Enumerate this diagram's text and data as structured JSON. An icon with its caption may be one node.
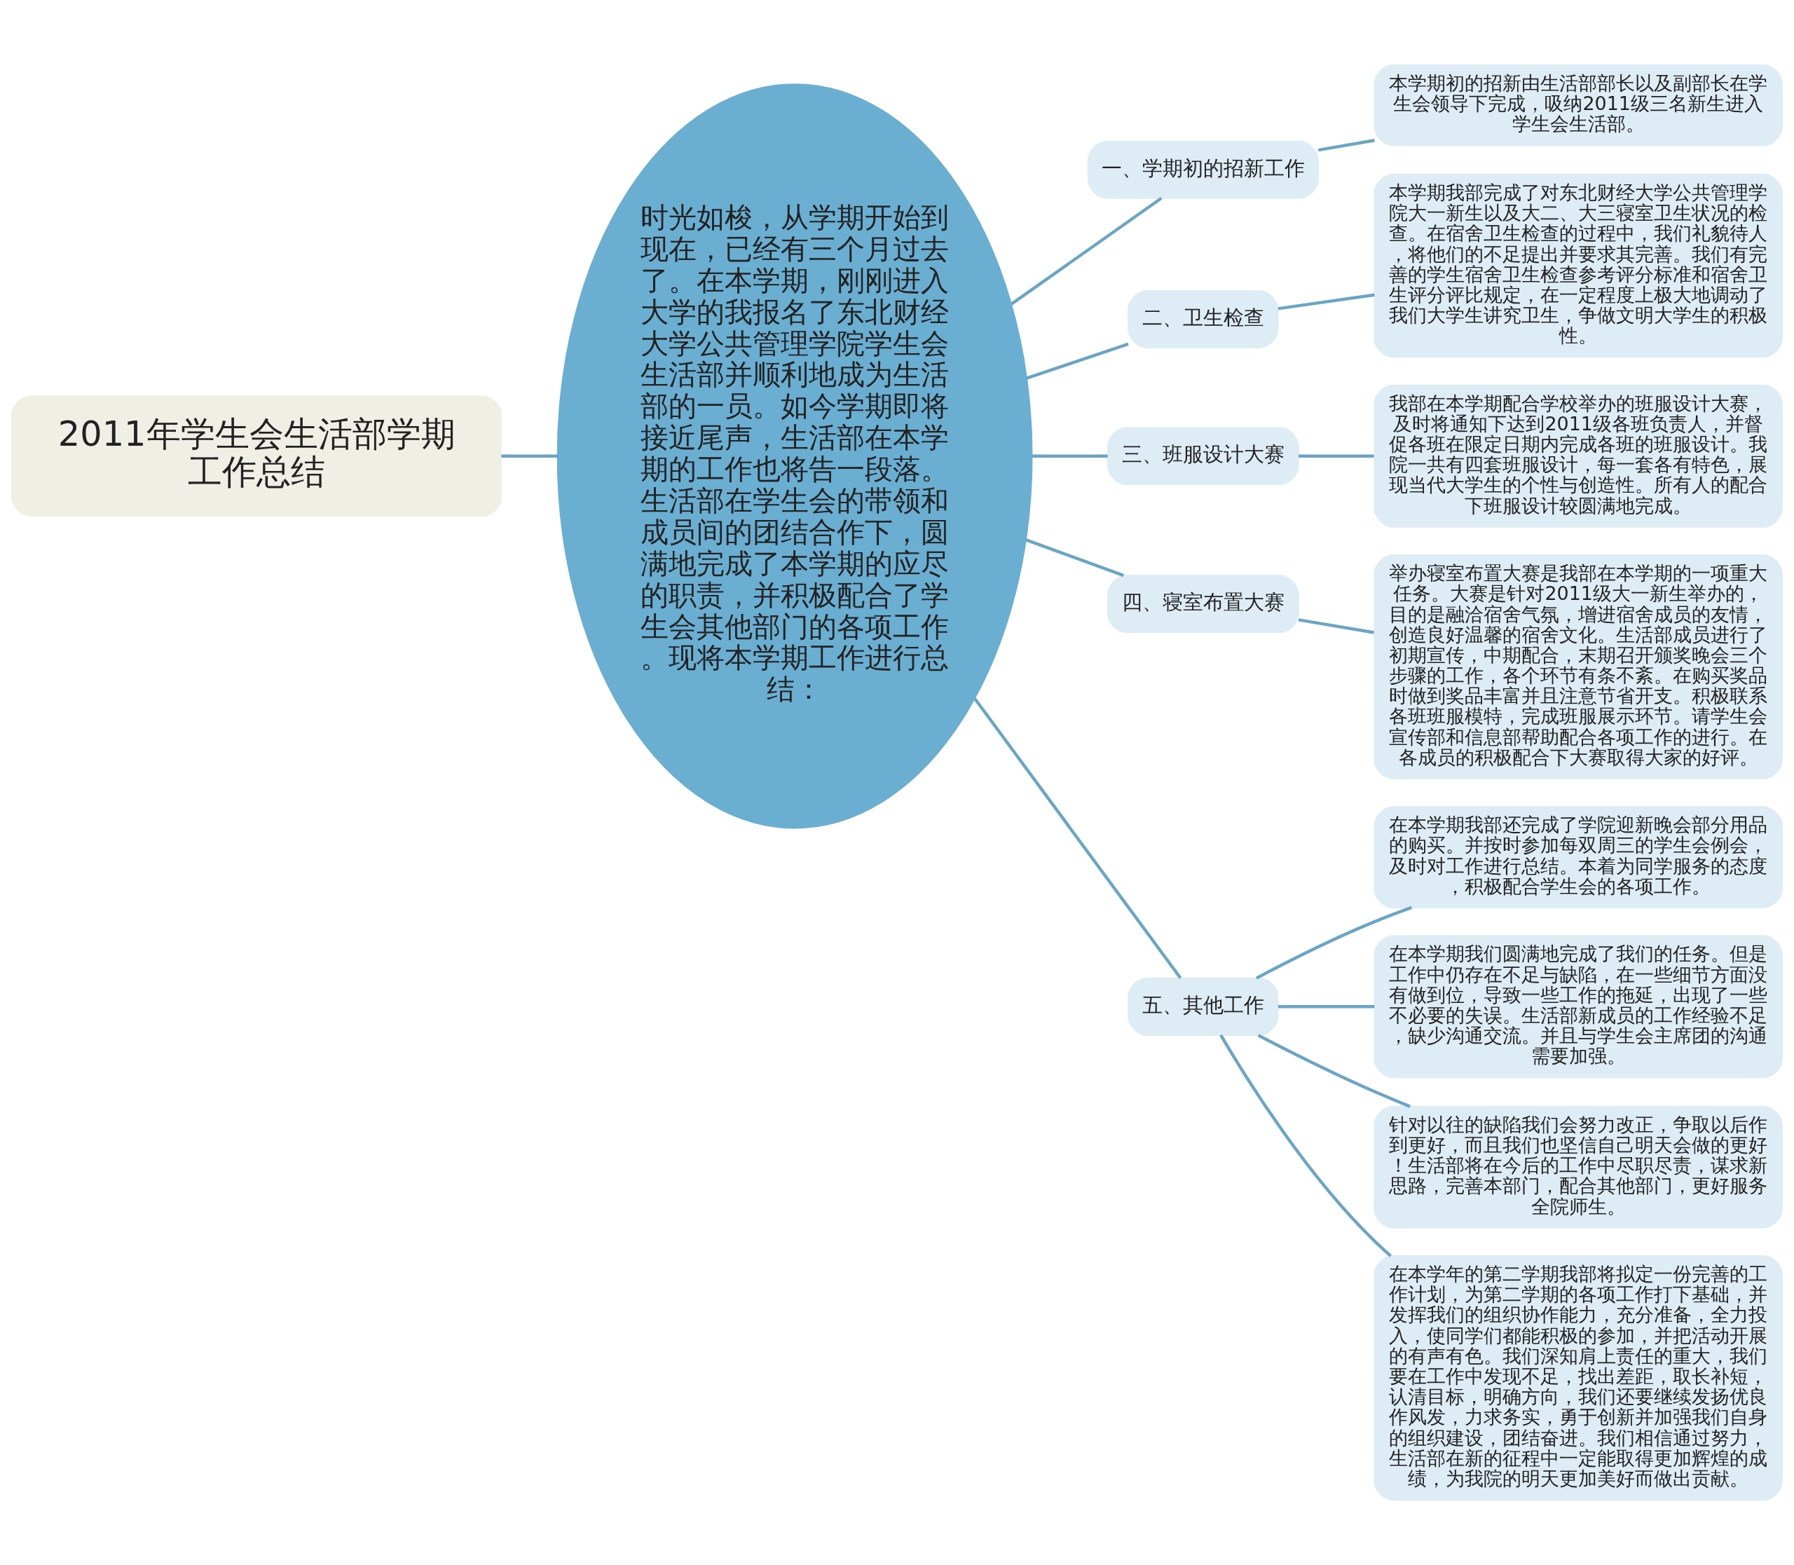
{
  "diagram": {
    "nodes": [
      {
        "text": [
          "2011年学生会生活部学期工作总结"
        ]
      },
      {
        "text": [
          "时光如梭，从学期开始到现在，已经有三个月过去了。在本学期，刚刚进入大学的我报名了东北财经大学公共管理学院学生会生活部并顺利地成为生活部的一员。如今学期即将接近尾声，生活部在本学期的工作也将告一段落。生活部在学生会的带领和成员间的团结合作下，圆满地完成了本学期的应尽的职责，并积极配合了学生会其他部门的各项工作。现将本学期工作进行总结："
        ]
      },
      {
        "text": [
          "一、学期初的招新工作"
        ]
      },
      {
        "text": [
          "本学期初的招新由生活部部长以及副部长在学生会领导下完成，吸纳2011级三名新生进入学生会生活部。"
        ]
      },
      {
        "text": [
          "二、卫生检查"
        ]
      },
      {
        "text": [
          "本学期我部完成了对东北财经大学公共管理学院大一新生以及大二、大三寝室卫生状况的检查。在宿舍卫生检查的过程中，我们礼貌待人，将他们的不足提出并要求其完善。我们有完善的学生宿舍卫生检查参考评分标准和宿舍卫生评分评比规定，在一定程度上极大地调动了我们大学生讲究卫生，争做文明大学生的积极性。"
        ]
      },
      {
        "text": [
          "三、班服设计大赛"
        ]
      },
      {
        "text": [
          "我部在本学期配合学校举办的班服设计大赛，及时将通知下达到2011级各班负责人，并督促各班在限定日期内完成各班的班服设计。我院一共有四套班服设计，每一套各有特色，展现当代大学生的个性与创造性。所有人的配合下班服设计较圆满地完成。"
        ]
      },
      {
        "text": [
          "四、寝室布置大赛"
        ]
      },
      {
        "text": [
          "举办寝室布置大赛是我部在本学期的一项重大任务。大赛是针对2011级大一新生举办的，目的是融洽宿舍气氛，增进宿舍成员的友情，创造良好温馨的宿舍文化。生活部成员进行了初期宣传，中期配合，末期召开颁奖晚会三个步骤的工作，各个环节有条不紊。在购买奖品时做到奖品丰富并且注意节省开支。积极联系各班班服模特，完成班服展示环节。请学生会宣传部和信息部帮助配合各项工作的进行。在各成员的积极配合下大赛取得大家的好评。"
        ]
      },
      {
        "text": [
          "五、其他工作"
        ]
      },
      {
        "text": [
          "在本学期我部还完成了学院迎新晚会部分用品的购买。并按时参加每双周三的学生会例会，及时对工作进行总结。本着为同学服务的态度，积极配合学生会的各项工作。"
        ]
      },
      {
        "text": [
          "在本学期我们圆满地完成了我们的任务。但是工作中仍存在不足与缺陷，在一些细节方面没有做到位，导致一些工作的拖延，出现了一些不必要的失误。生活部新成员的工作经验不足，缺少沟通交流。并且与学生会主席团的沟通需要加强。"
        ]
      },
      {
        "text": [
          "针对以往的缺陷我们会努力改正，争取以后作到更好，而且我们也坚信自己明天会做的更好！生活部将在今后的工作中尽职尽责，谋求新思路，完善本部门，配合其他部门，更好服务全院师生。"
        ]
      },
      {
        "text": [
          "在本学年的第二学期我部将拟定一份完善的工作计划，为第二学期的各项工作打下基础，并发挥我们的组织协作能力，充分准备，全力投入，使同学们都能积极的参加，并把活动开展的有声有色。我们深知肩上责任的重大，我们要在工作中发现不足，找出差距，取长补短，认清目标，明确方向，我们还要继续发扬优良作风发，力求务实，勇于创新并加强我们自身的组织建设，团结奋进。我们相信通过努力，生活部在新的征程中一定能取得更加辉煌的成绩，为我院的明天更加美好而做出贡献。"
        ]
      }
    ],
    "edges": [
      {
        "from": 0,
        "to": 1,
        "arrow": "none"
      },
      {
        "from": 1,
        "to": 2,
        "arrow": "none"
      },
      {
        "from": 2,
        "to": 3,
        "arrow": "none"
      },
      {
        "from": 1,
        "to": 4,
        "arrow": "none"
      },
      {
        "from": 4,
        "to": 5,
        "arrow": "none"
      },
      {
        "from": 1,
        "to": 6,
        "arrow": "none"
      },
      {
        "from": 6,
        "to": 7,
        "arrow": "none"
      },
      {
        "from": 1,
        "to": 8,
        "arrow": "none"
      },
      {
        "from": 8,
        "to": 9,
        "arrow": "none"
      },
      {
        "from": 1,
        "to": 10,
        "arrow": "none"
      },
      {
        "from": 10,
        "to": 11,
        "arrow": "none"
      },
      {
        "from": 10,
        "to": 12,
        "arrow": "none"
      },
      {
        "from": 10,
        "to": 13,
        "arrow": "none"
      },
      {
        "from": 10,
        "to": 14,
        "arrow": "none"
      }
    ]
  }
}
